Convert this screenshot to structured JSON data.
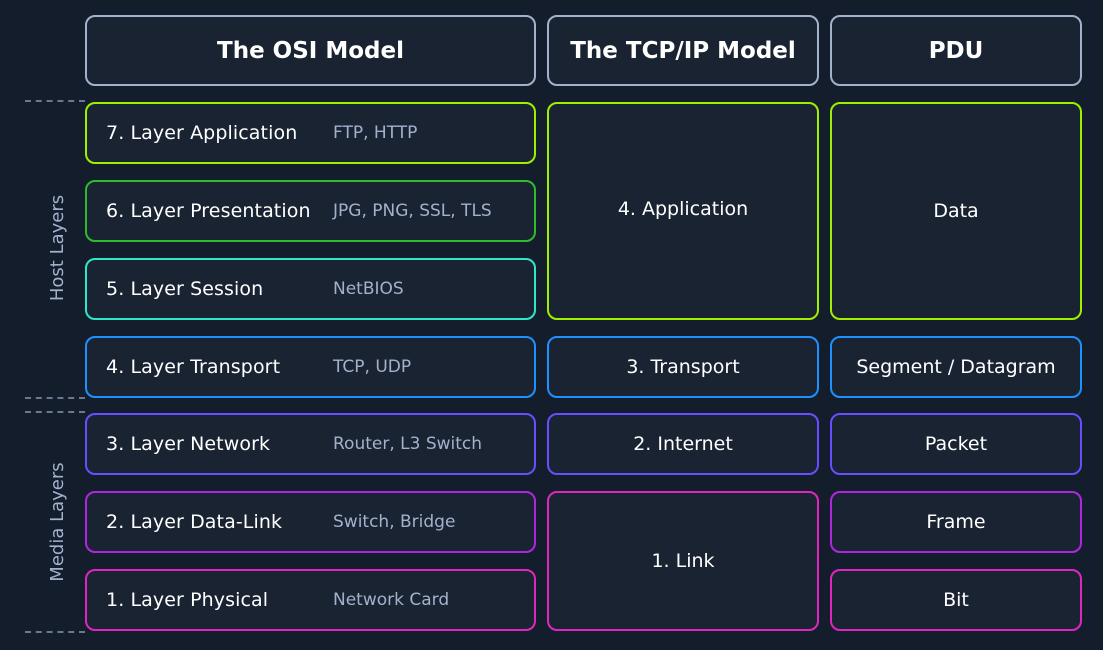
{
  "headers": {
    "osi": "The OSI Model",
    "tcpip": "The TCP/IP Model",
    "pdu": "PDU"
  },
  "side_labels": {
    "host": "Host Layers",
    "media": "Media Layers"
  },
  "osi_layers": [
    {
      "name": "7. Layer Application",
      "protocols": "FTP, HTTP",
      "color": "#9fef00"
    },
    {
      "name": "6. Layer Presentation",
      "protocols": "JPG, PNG, SSL, TLS",
      "color": "#2ebc2e"
    },
    {
      "name": "5. Layer Session",
      "protocols": "NetBIOS",
      "color": "#2ee6c8"
    },
    {
      "name": "4. Layer Transport",
      "protocols": "TCP, UDP",
      "color": "#1e90ff"
    },
    {
      "name": "3. Layer Network",
      "protocols": "Router, L3 Switch",
      "color": "#6a4dff"
    },
    {
      "name": "2. Layer Data-Link",
      "protocols": "Switch, Bridge",
      "color": "#b026e0"
    },
    {
      "name": "1. Layer Physical",
      "protocols": "Network Card",
      "color": "#e026c0"
    }
  ],
  "tcpip_layers": [
    {
      "name": "4. Application",
      "color": "#9fef00"
    },
    {
      "name": "3. Transport",
      "color": "#1e90ff"
    },
    {
      "name": "2. Internet",
      "color": "#6a4dff"
    },
    {
      "name": "1. Link",
      "color": "#e026c0"
    }
  ],
  "pdu": [
    {
      "name": "Data",
      "color": "#9fef00"
    },
    {
      "name": "Segment / Datagram",
      "color": "#1e90ff"
    },
    {
      "name": "Packet",
      "color": "#6a4dff"
    },
    {
      "name": "Frame",
      "color": "#b026e0"
    },
    {
      "name": "Bit",
      "color": "#e026c0"
    }
  ]
}
